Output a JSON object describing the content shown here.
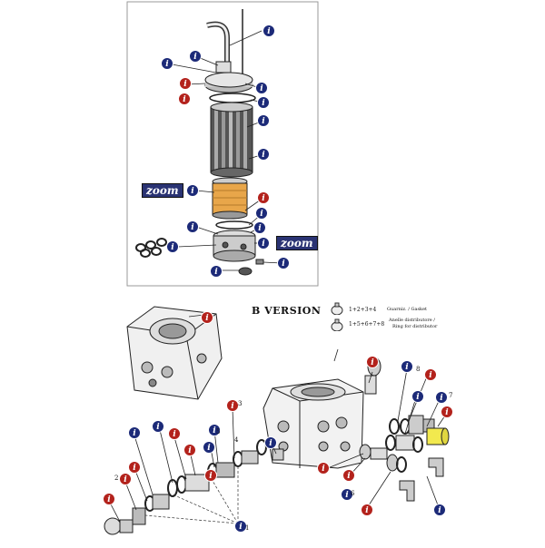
{
  "version_title": "B VERSION",
  "zoom_label": "zoom",
  "info_glyph": "i",
  "legend": {
    "row1": {
      "code": "1+2+3+4",
      "text": "Guarniz. / Gasket"
    },
    "row2": {
      "code": "1+5+6+7+8",
      "text_line1": "Anelle distributore /",
      "text_line2": "Ring for distributor"
    }
  },
  "callouts": [
    "1",
    "2",
    "3",
    "4",
    "5",
    "6",
    "7",
    "8"
  ],
  "colors": {
    "blue_badge": "#1c2a78",
    "red_badge": "#b3221c",
    "highlight_part": "#f2e94e",
    "filter_orange": "#e8a64a"
  }
}
